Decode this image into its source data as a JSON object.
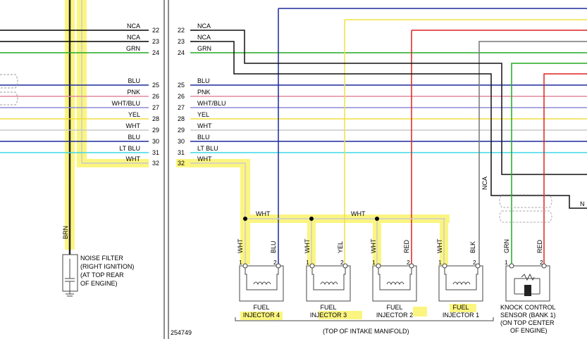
{
  "left_wires": [
    {
      "pin": "22",
      "label": "NCA",
      "color": "#000000"
    },
    {
      "pin": "23",
      "label": "NCA",
      "color": "#000000"
    },
    {
      "pin": "24",
      "label": "GRN",
      "color": "#22aa22"
    },
    {
      "pin": "25",
      "label": "BLU",
      "color": "#1c2a9c"
    },
    {
      "pin": "26",
      "label": "PNK",
      "color": "#e28a9a"
    },
    {
      "pin": "27",
      "label": "WHT/BLU",
      "color": "#8c8cd8"
    },
    {
      "pin": "28",
      "label": "YEL",
      "color": "#f0e040"
    },
    {
      "pin": "29",
      "label": "WHT",
      "color": "#c8c8c8"
    },
    {
      "pin": "30",
      "label": "BLU",
      "color": "#1c2a9c"
    },
    {
      "pin": "31",
      "label": "LT BLU",
      "color": "#3ad8e8"
    },
    {
      "pin": "32",
      "label": "WHT",
      "color": "#c8c8c8"
    }
  ],
  "right_wires": [
    {
      "pin": "22",
      "label": "NCA"
    },
    {
      "pin": "23",
      "label": "NCA"
    },
    {
      "pin": "24",
      "label": "GRN"
    },
    {
      "pin": "25",
      "label": "BLU"
    },
    {
      "pin": "26",
      "label": "PNK"
    },
    {
      "pin": "27",
      "label": "WHT/BLU"
    },
    {
      "pin": "28",
      "label": "YEL"
    },
    {
      "pin": "29",
      "label": "WHT"
    },
    {
      "pin": "30",
      "label": "BLU"
    },
    {
      "pin": "31",
      "label": "LT BLU"
    },
    {
      "pin": "32",
      "label": "WHT"
    }
  ],
  "brn_label": "BRN",
  "noise_filter": {
    "lines": [
      "NOISE FILTER",
      "(RIGHT IGNITION)",
      "(AT TOP REAR",
      "OF ENGINE)"
    ]
  },
  "bus_label_1": "WHT",
  "bus_label_2": "WHT",
  "injectors": [
    {
      "name_line1": "FUEL",
      "name_line2": "INJECTOR 4",
      "pin1": "1",
      "pin2": "2",
      "wire1": "WHT",
      "wire2": "BLU"
    },
    {
      "name_line1": "FUEL",
      "name_line2": "INJECTOR 3",
      "pin1": "1",
      "pin2": "2",
      "wire1": "WHT",
      "wire2": "YEL"
    },
    {
      "name_line1": "FUEL",
      "name_line2": "INJECTOR 2",
      "pin1": "1",
      "pin2": "2",
      "wire1": "WHT",
      "wire2": "RED"
    },
    {
      "name_line1": "FUEL",
      "name_line2": "INJECTOR 1",
      "pin1": "1",
      "pin2": "2",
      "wire1": "WHT",
      "wire2": "BLK"
    }
  ],
  "manifold_label": "(TOP OF INTAKE MANIFOLD)",
  "knock_sensor": {
    "pin1": "1",
    "pin2": "2",
    "wire1": "GRN",
    "wire2": "RED",
    "lines": [
      "KNOCK CONTROL",
      "SENSOR (BANK 1)",
      "(ON TOP CENTER",
      "OF ENGINE)"
    ]
  },
  "nca_vertical": "NCA",
  "nca_edge": "N",
  "diagram_id": "254749"
}
